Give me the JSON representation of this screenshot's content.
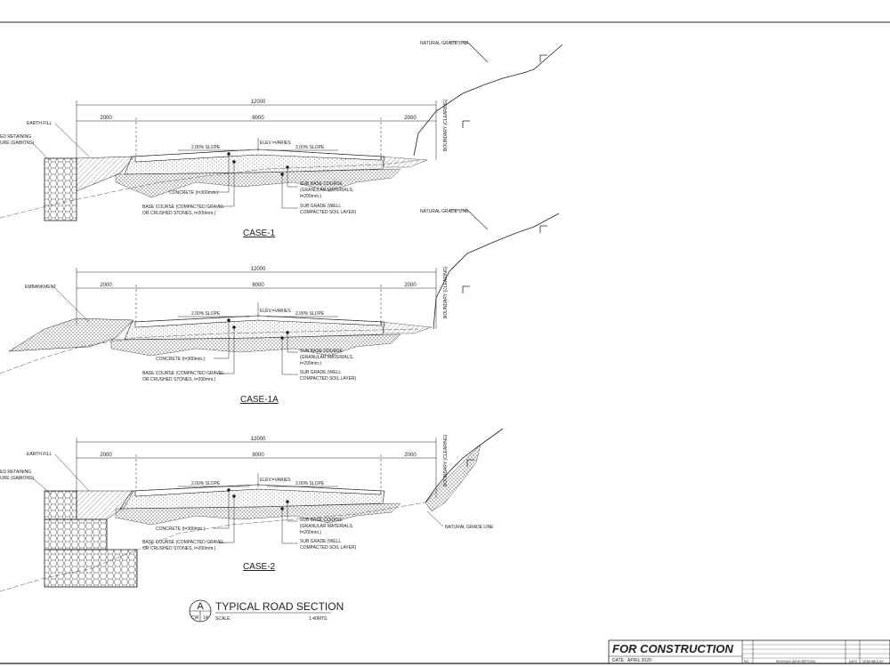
{
  "sections": [
    {
      "case_label": "CASE-1",
      "left_label": "EARTH FILL",
      "retaining_label_1": "ED RETAINING",
      "retaining_label_2": "URE (GABIONS)",
      "total_width": "12000",
      "dim_left": "2000",
      "dim_center": "8000",
      "dim_right": "2000",
      "slope_left": "2.00% SLOPE",
      "slope_right": "2.00% SLOPE",
      "elev": "ELEV.=VARIES",
      "concrete": "CONCRETE (t=300mm.)",
      "base_1": "BASE COURSE (COMPACTED GRAVEL",
      "base_2": "OR CRUSHED STONES, t=200mm.)",
      "subbase_1": "SUB BASE COURSE",
      "subbase_2": "(GRANULAR MATERIALS,",
      "subbase_3": "t=200mm.)",
      "subgrade_1": "SUB GRADE (WELL",
      "subgrade_2": "COMPACTED SOIL LAYER)",
      "natural_grade": "NATURAL GRADE LINE",
      "boundary": "BOUNDARY (CLEARING)"
    },
    {
      "case_label": "CASE-1A",
      "left_label": "EMBANKMENT",
      "total_width": "12000",
      "dim_left": "2000",
      "dim_center": "8000",
      "dim_right": "2000",
      "slope_left": "2.00% SLOPE",
      "slope_right": "2.00% SLOPE",
      "elev": "ELEV.=VARIES",
      "concrete": "CONCRETE (t=300mm.)",
      "base_1": "BASE COURSE (COMPACTED GRAVEL",
      "base_2": "OR CRUSHED STONES, t=200mm.)",
      "subbase_1": "SUB BASE COURSE",
      "subbase_2": "(GRANULAR MATERIALS,",
      "subbase_3": "t=200mm.)",
      "subgrade_1": "SUB GRADE (WELL",
      "subgrade_2": "COMPACTED SOIL LAYER)",
      "natural_grade": "NATURAL GRADE LINE",
      "boundary": "BOUNDARY (CLEARING)"
    },
    {
      "case_label": "CASE-2",
      "left_label": "EARTH FILL",
      "retaining_label_1": "ED RETAINING",
      "retaining_label_2": "URE (GABIONS)",
      "total_width": "12000",
      "dim_left": "2000",
      "dim_center": "8000",
      "dim_right": "2000",
      "slope_left": "2.00% SLOPE",
      "slope_right": "2.00% SLOPE",
      "elev": "ELEV.=VARIES",
      "concrete": "CONCRETE (t=300mm.)",
      "base_1": "BASE COURSE (COMPACTED GRAVEL",
      "base_2": "OR CRUSHED STONES, t=200mm.)",
      "subbase_1": "SUB BASE COURSE",
      "subbase_2": "(GRANULAR MATERIALS,",
      "subbase_3": "t=200mm.)",
      "subgrade_1": "SUB GRADE (WELL",
      "subgrade_2": "COMPACTED SOIL LAYER)",
      "natural_grade": "NATURAL GRADE LINE",
      "boundary": "BOUNDARY (CLEARING)"
    }
  ],
  "title_block": {
    "detail_letter": "A",
    "detail_sheet": "CW",
    "detail_number": "14",
    "title": "TYPICAL ROAD SECTION",
    "scale_label": "SCALE:",
    "scale_value": "1:40MTS."
  },
  "revision_block": {
    "stamp": "FOR CONSTRUCTION",
    "date_label": "DATE:",
    "date_value": "APRIL 2020",
    "col_no": "NO.",
    "col_desc": "REVISION (DESCRIPTION)",
    "col_date": "DATE",
    "col_by": "DESIGNED BY"
  },
  "colors": {
    "line": "#222222",
    "hatch": "#555555",
    "paper": "#ffffff"
  }
}
